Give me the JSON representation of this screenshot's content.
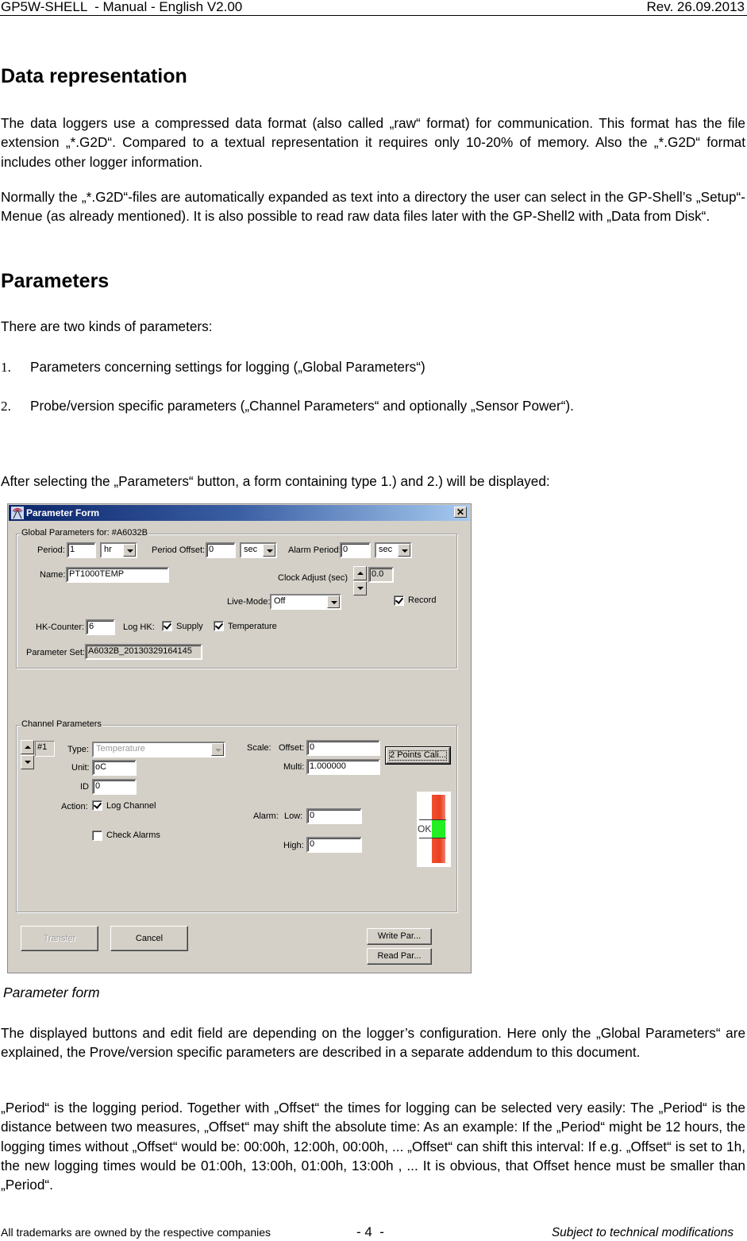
{
  "header": {
    "doc_title": "GP5W-SHELL  - Manual - English V2.00",
    "revision": "Rev. 26.09.2013"
  },
  "sections": {
    "data_representation": {
      "heading": "Data representation",
      "paragraphs": [
        "The data loggers use a compressed data format (also called „raw“ format) for communication. This format has the file extension „*.G2D“. Compared to a textual representation it requires only 10-20% of memory.  Also the „*.G2D“ format includes other logger information.",
        "Normally the „*.G2D“-files are automatically expanded as text into a directory the user can select in the GP-Shell’s „Setup“-Menue (as already mentioned). It is also possible to read raw data files later with the GP-Shell2 with „Data from Disk“."
      ]
    },
    "parameters": {
      "heading": "Parameters",
      "intro": "There are two kinds of parameters:",
      "list": [
        {
          "num": "1.",
          "text": "Parameters concerning settings for logging („Global Parameters“)"
        },
        {
          "num": "2.",
          "text": "Probe/version specific parameters („Channel Parameters“ and optionally „Sensor Power“)."
        }
      ],
      "after_list": "After selecting the „Parameters“ button, a form containing type 1.) and 2.) will be displayed:",
      "caption": "Parameter form",
      "paragraphs": [
        "The displayed buttons and edit field are depending on the logger’s configuration. Here only the „Global Parameters“ are explained, the Prove/version specific parameters are described in a separate addendum to this document.",
        "„Period“ is the logging period. Together with „Offset“ the times for logging can be selected very easily: The „Period“ is the distance between two measures, „Offset“ may shift the absolute time: As an example: If the „Period“ might be 12 hours, the logging times without „Offset“ would be: 00:00h, 12:00h, 00:00h, ... „Offset“ can shift this interval: If e.g. „Offset“ is set to 1h, the new logging times would be 01:00h, 13:00h, 01:00h, 13:00h , ... It is obvious, that Offset hence must be smaller than „Period“."
      ]
    }
  },
  "dialog": {
    "title": "Parameter Form",
    "close_glyph": "✕",
    "colors": {
      "titlebar_start": "#0a246a",
      "titlebar_end": "#a6caf0",
      "face": "#d4d0c8",
      "led_red": "#e84020",
      "led_green": "#22ee22"
    },
    "global": {
      "group_label": "Global Parameters for: #A6032B",
      "period_label": "Period:",
      "period_value": "1",
      "period_unit": "hr",
      "period_offset_label": "Period Offset:",
      "period_offset_value": "0",
      "period_offset_unit": "sec",
      "alarm_period_label": "Alarm Period:",
      "alarm_period_value": "0",
      "alarm_period_unit": "sec",
      "name_label": "Name:",
      "name_value": "PT1000TEMP",
      "clock_adjust_label": "Clock Adjust (sec)",
      "clock_adjust_value": "0.0",
      "live_mode_label": "Live-Mode:",
      "live_mode_value": "Off",
      "record_label": "Record",
      "record_checked": true,
      "hk_counter_label": "HK-Counter:",
      "hk_counter_value": "6",
      "log_hk_label": "Log HK:",
      "supply_label": "Supply",
      "temperature_label": "Temperature",
      "parameter_set_label": "Parameter Set:",
      "parameter_set_value": "A6032B_20130329164145"
    },
    "channel": {
      "group_label": "Channel Parameters",
      "channel_number": "#1",
      "type_label": "Type:",
      "type_value": "Temperature",
      "unit_label": "Unit:",
      "unit_value": "oC",
      "id_label": "ID",
      "id_value": "0",
      "action_label": "Action:",
      "log_channel_label": "Log Channel",
      "check_alarms_label": "Check Alarms",
      "scale_label": "Scale:",
      "offset_label": "Offset:",
      "offset_value": "0",
      "multi_label": "Multi:",
      "multi_value": "1.000000",
      "two_points_label": "2 Points Cali...",
      "alarm_label": "Alarm:",
      "low_label": "Low:",
      "low_value": "0",
      "high_label": "High:",
      "high_value": "0",
      "status_label": "OK"
    },
    "buttons": {
      "transfer": "Transfer",
      "cancel": "Cancel",
      "write_par": "Write Par...",
      "read_par": "Read Par..."
    }
  },
  "footer": {
    "trademarks": "All trademarks are owned by the respective companies",
    "page_number": "- 4  -",
    "disclaimer": "Subject to technical modifications"
  }
}
